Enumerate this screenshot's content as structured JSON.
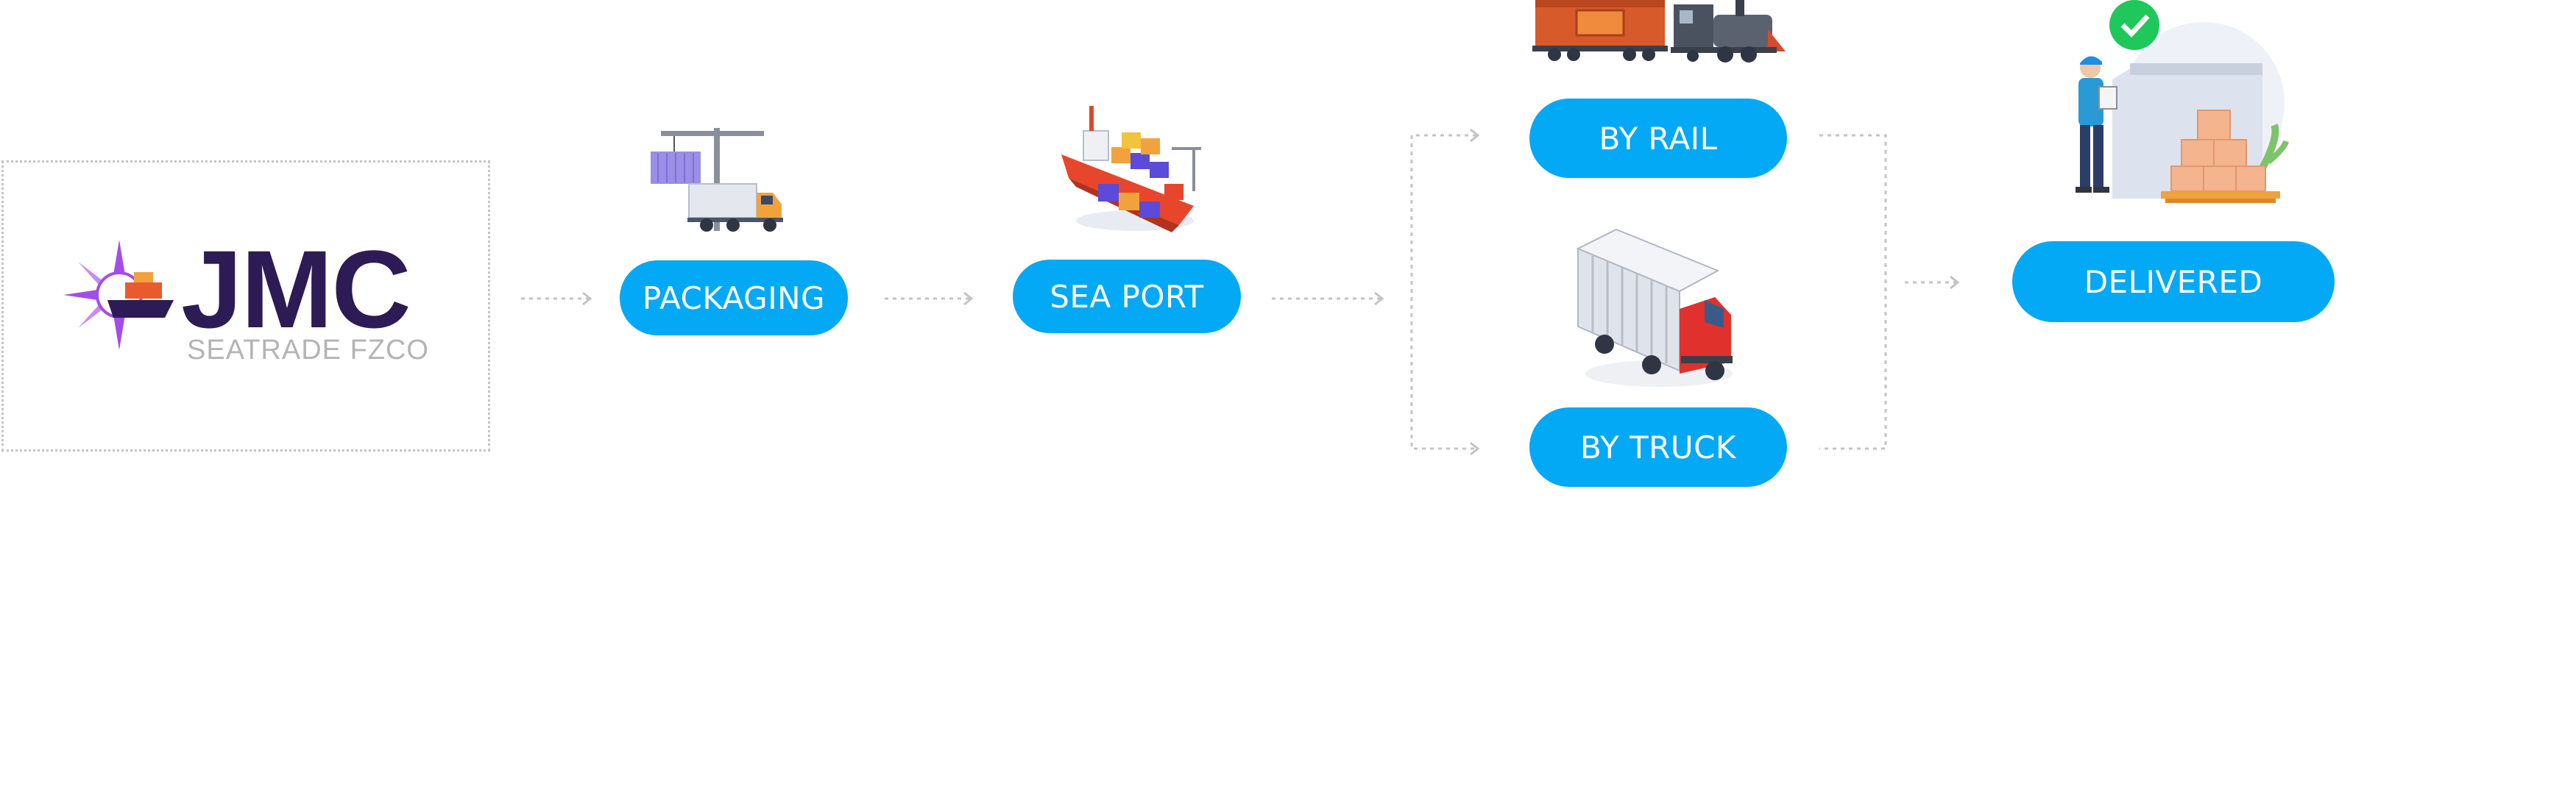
{
  "brand": {
    "name": "JMC",
    "tagline": "SEATRADE FZCO",
    "name_color": "#2d1b55",
    "accent_color": "#a34de8"
  },
  "steps": {
    "packaging": "PACKAGING",
    "sea_port": "SEA PORT",
    "by_rail": "BY RAIL",
    "by_truck": "BY TRUCK",
    "delivered": "DELIVERED"
  },
  "colors": {
    "pill": "#03a9f4",
    "connector": "#c4c4c4",
    "check": "#1ec85a"
  },
  "icons": {
    "packaging": "crane-truck-icon",
    "sea_port": "cargo-ship-icon",
    "rail": "train-icon",
    "truck": "truck-icon",
    "delivered": "warehouse-worker-icon"
  }
}
